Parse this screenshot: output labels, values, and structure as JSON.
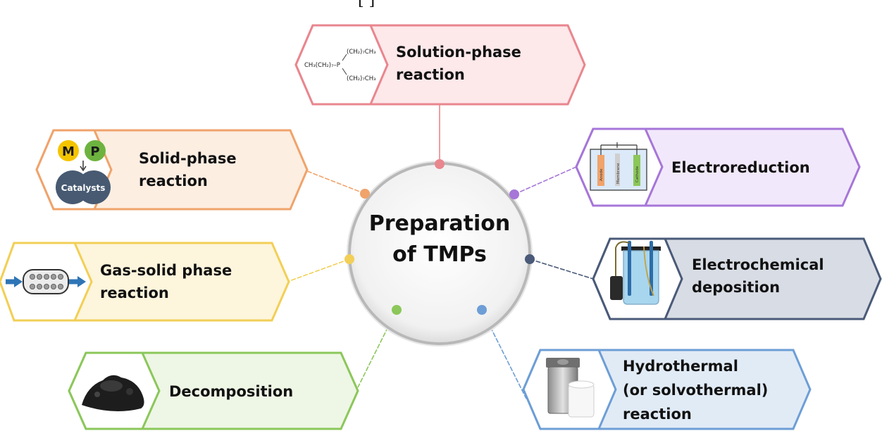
{
  "reference_mark": "[ ]",
  "center": {
    "line1": "Preparation",
    "line2": "of TMPs"
  },
  "methods": {
    "solution_phase": {
      "line1": "Solution-phase",
      "line2": "reaction",
      "color": "#e9868e",
      "formula": {
        "top": "(CH₂)₇CH₃",
        "left": "CH₃(CH₂)₇–P",
        "bottom": "(CH₂)₇CH₃"
      }
    },
    "solid_phase": {
      "line1": "Solid-phase",
      "line2": "reaction",
      "color": "#f0a36b",
      "icon": {
        "m": "M",
        "p": "P",
        "catalysts": "Catalysts"
      }
    },
    "electroreduction": {
      "line1": "Electroreduction",
      "color": "#a676d8",
      "cell": {
        "anode": "Anode",
        "membrane": "Membrane",
        "cathode": "Cathode"
      }
    },
    "gas_solid": {
      "line1": "Gas-solid phase",
      "line2": "reaction",
      "color": "#f2cf56"
    },
    "electrochemical": {
      "line1": "Electrochemical",
      "line2": "deposition",
      "color": "#4a5a78"
    },
    "decomposition": {
      "line1": "Decomposition",
      "color": "#8bc75a"
    },
    "hydrothermal": {
      "line1": "Hydrothermal",
      "line2": "(or solvothermal)",
      "line3": "reaction",
      "color": "#6d9ed6"
    }
  }
}
